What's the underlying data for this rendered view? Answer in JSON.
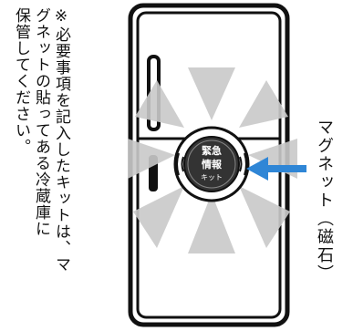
{
  "notice": {
    "line1": "※必要事項を記入したキットは、マ",
    "line2": "グネットの貼ってある冷蔵庫に",
    "line3": "保管してください。"
  },
  "kit_sticker": {
    "line1": "緊急",
    "line2": "情報",
    "line3": "キット"
  },
  "magnet_label": "マグネット（磁石）",
  "colors": {
    "outline": "#111111",
    "ray": "#c9c9c9",
    "arrow": "#2f86d6",
    "sticker_bg": "#333333"
  }
}
